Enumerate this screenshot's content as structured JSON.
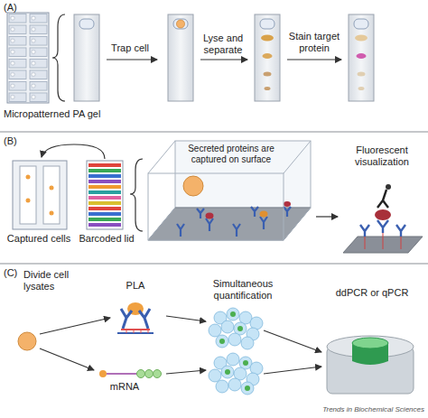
{
  "diagram": {
    "labels": [
      "(A)",
      "Micropatterned PA gel",
      "Trap cell",
      "Lyse and separate",
      "Stain target protein",
      "(B)",
      "Captured cells",
      "Barcoded lid",
      "Secreted proteins are captured on surface",
      "Fluorescent visualization",
      "(C)",
      "Divide cell lysates",
      "PLA",
      "Simultaneous quantification",
      "ddPCR or qPCR",
      "mRNA",
      "Trends in Biochemical Sciences"
    ]
  }
}
